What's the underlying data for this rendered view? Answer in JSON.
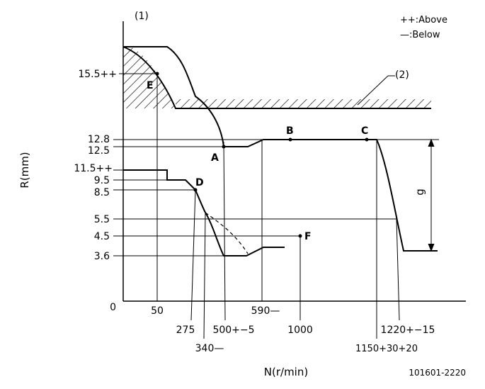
{
  "labels": {
    "marker_1": "(1)",
    "marker_2": "(2)",
    "legend_above": "++:Above",
    "legend_below": "—:Below",
    "y_axis_title": "R(mm)",
    "x_axis_title": "N(r/min)",
    "doc_id": "101601-2220",
    "dimension_g": "g"
  },
  "y_ticks": [
    "15.5++",
    "12.8",
    "12.5",
    "11.5++",
    "9.5",
    "8.5",
    "5.5",
    "4.5",
    "3.6",
    "0"
  ],
  "x_ticks": [
    "50",
    "275",
    "340—",
    "500+−5",
    "590—",
    "1000",
    "1150+30+20",
    "1220+−15"
  ],
  "points": [
    "A",
    "B",
    "C",
    "D",
    "E",
    "F"
  ]
}
